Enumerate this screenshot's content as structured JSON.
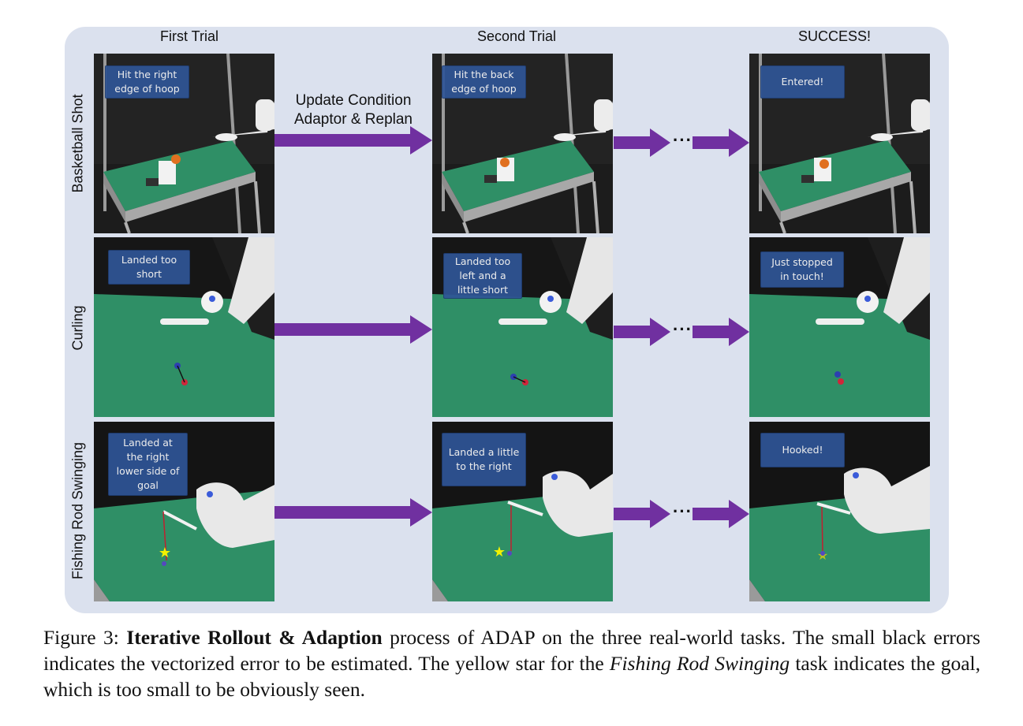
{
  "columns": {
    "first": "First Trial",
    "second": "Second Trial",
    "success": "SUCCESS!"
  },
  "rows": {
    "basketball": "Basketball Shot",
    "curling": "Curling",
    "fishing": "Fishing Rod Swinging"
  },
  "arrow_label": "Update Condition Adaptor & Replan",
  "ellipsis": "···",
  "callouts": {
    "basketball_first": "Hit the right edge of hoop",
    "basketball_second": "Hit the back edge of hoop",
    "basketball_success": "Entered!",
    "curling_first": "Landed too short",
    "curling_second": "Landed too left and a little short",
    "curling_success": "Just stopped in touch!",
    "fishing_first": "Landed at the right lower side of goal",
    "fishing_second": "Landed a little to the right",
    "fishing_success": "Hooked!"
  },
  "colors": {
    "panel": "#dbe1ee",
    "arrow": "#7030a0",
    "callout": "#2f5597",
    "table_green": "#2f8f66"
  },
  "caption": {
    "prefix": "Figure 3: ",
    "bold": "Iterative Rollout & Adaption",
    "text1": " process of ADAP on the three real-world tasks. The small black errors indicates the vectorized error to be estimated.  The yellow star for the ",
    "italic": "Fishing Rod Swinging",
    "text2": " task indicates the goal, which is too small to be obviously seen."
  }
}
